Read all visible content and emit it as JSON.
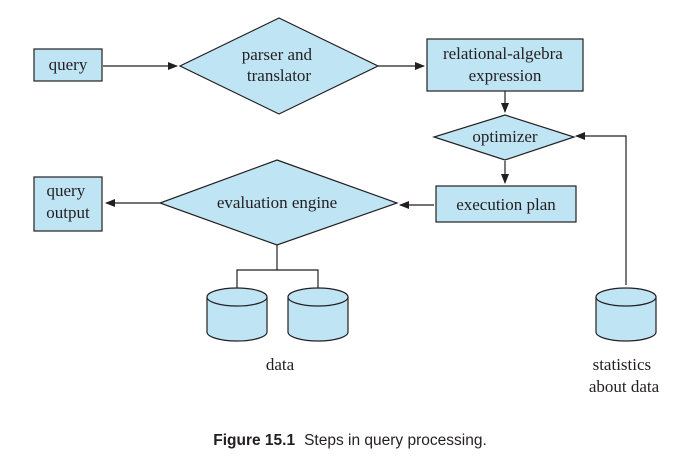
{
  "colors": {
    "node_fill": "#bfe4f4",
    "stroke": "#231f20",
    "background": "#ffffff"
  },
  "nodes": {
    "query": "query",
    "parser": [
      "parser and",
      "translator"
    ],
    "relational_algebra": [
      "relational-algebra",
      "expression"
    ],
    "optimizer": "optimizer",
    "execution_plan": "execution plan",
    "evaluation_engine": "evaluation engine",
    "query_output": [
      "query",
      "output"
    ],
    "data": "data",
    "statistics": [
      "statistics",
      "about data"
    ]
  },
  "caption": {
    "label": "Figure 15.1",
    "text": "Steps in query processing."
  }
}
